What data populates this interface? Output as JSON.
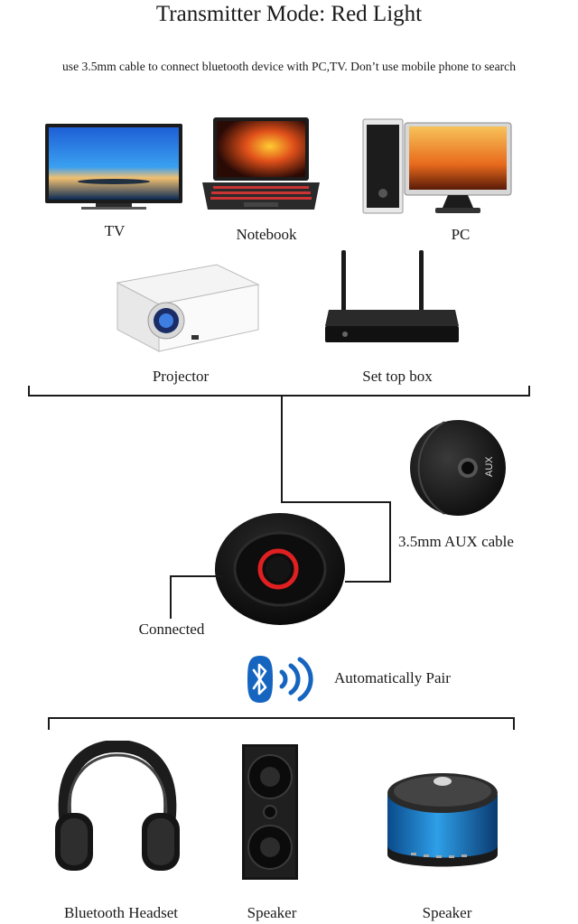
{
  "title": "Transmitter Mode: Red Light",
  "subtitle": "use 3.5mm cable to connect bluetooth device with PC,TV. Don’t use mobile phone to search",
  "source_devices": [
    {
      "label": "TV",
      "icon": "tv-icon"
    },
    {
      "label": "Notebook",
      "icon": "laptop-icon"
    },
    {
      "label": "PC",
      "icon": "desktop-pc-icon"
    },
    {
      "label": "Projector",
      "icon": "projector-icon"
    },
    {
      "label": "Set top box",
      "icon": "set-top-box-icon"
    }
  ],
  "aux_port_label": "AUX",
  "cable_label": "3.5mm AUX cable",
  "status_label": "Connected",
  "status_light_color": "#e02020",
  "pair_label": "Automatically Pair",
  "bluetooth_color": "#1565c0",
  "output_devices": [
    {
      "label": "Bluetooth Headset",
      "icon": "headphones-icon"
    },
    {
      "label": "Speaker",
      "icon": "tower-speaker-icon"
    },
    {
      "label": "Speaker",
      "icon": "round-bluetooth-speaker-icon"
    }
  ]
}
